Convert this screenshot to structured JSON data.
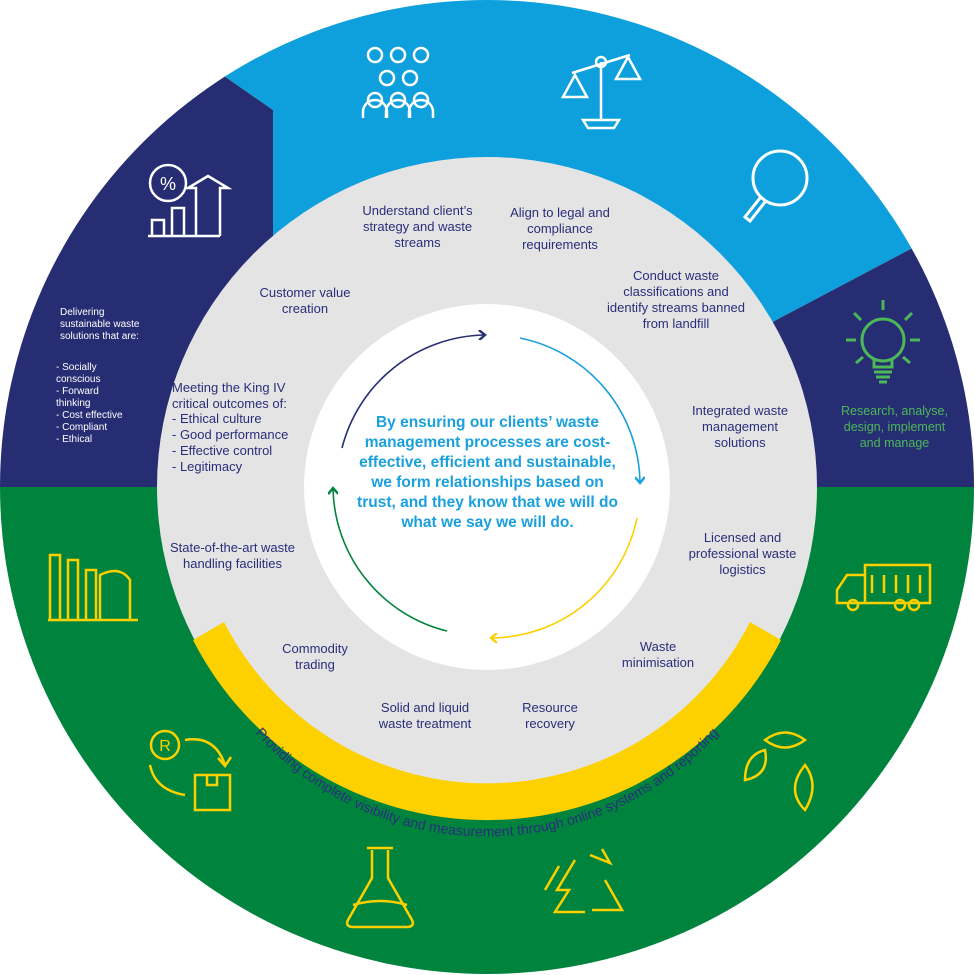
{
  "colors": {
    "light_blue": "#0ea0dc",
    "navy": "#262d73",
    "green": "#00843d",
    "yellow": "#fdd000",
    "gray": "#e5e4e4",
    "text_navy": "#2a2e7a",
    "center_text": "#1aa0dc",
    "bulb_green": "#4cb857"
  },
  "center_statement": "By ensuring our clients’ waste management processes are cost-effective, efficient and sustainable, we form relationships based on trust, and they know that we will do what we say we will do.",
  "left_panel": {
    "heading": "Delivering sustainable waste solutions that are:",
    "items": [
      "- Socially conscious",
      "- Forward thinking",
      "- Cost effective",
      "- Compliant",
      "- Ethical"
    ]
  },
  "right_panel": {
    "text": "Research, analyse, design, implement and manage"
  },
  "king_iv": {
    "heading": "Meeting the King IV critical outcomes of:",
    "items": [
      "- Ethical culture",
      "- Good performance",
      "- Effective control",
      "- Legitimacy"
    ]
  },
  "steps": {
    "understand": "Understand client’s strategy and waste streams",
    "align": "Align to legal and compliance requirements",
    "classify": "Conduct waste classifications and identify streams banned from landfill",
    "integrated": "Integrated waste management solutions",
    "logistics": "Licensed and professional waste logistics",
    "minimisation": "Waste minimisation",
    "recovery": "Resource recovery",
    "treatment": "Solid and liquid waste treatment",
    "commodity": "Commodity trading",
    "facilities": "State-of-the-art waste handling facilities",
    "customer_value": "Customer value creation"
  },
  "band_text": "Providing complete visibility and measurement through online systems and reporting",
  "icons": [
    "people-icon",
    "scales-icon",
    "magnifier-icon",
    "lightbulb-icon",
    "truck-icon",
    "leaves-icon",
    "recycle-icon",
    "flask-icon",
    "commodity-exchange-icon",
    "factory-icon",
    "growth-chart-icon"
  ]
}
